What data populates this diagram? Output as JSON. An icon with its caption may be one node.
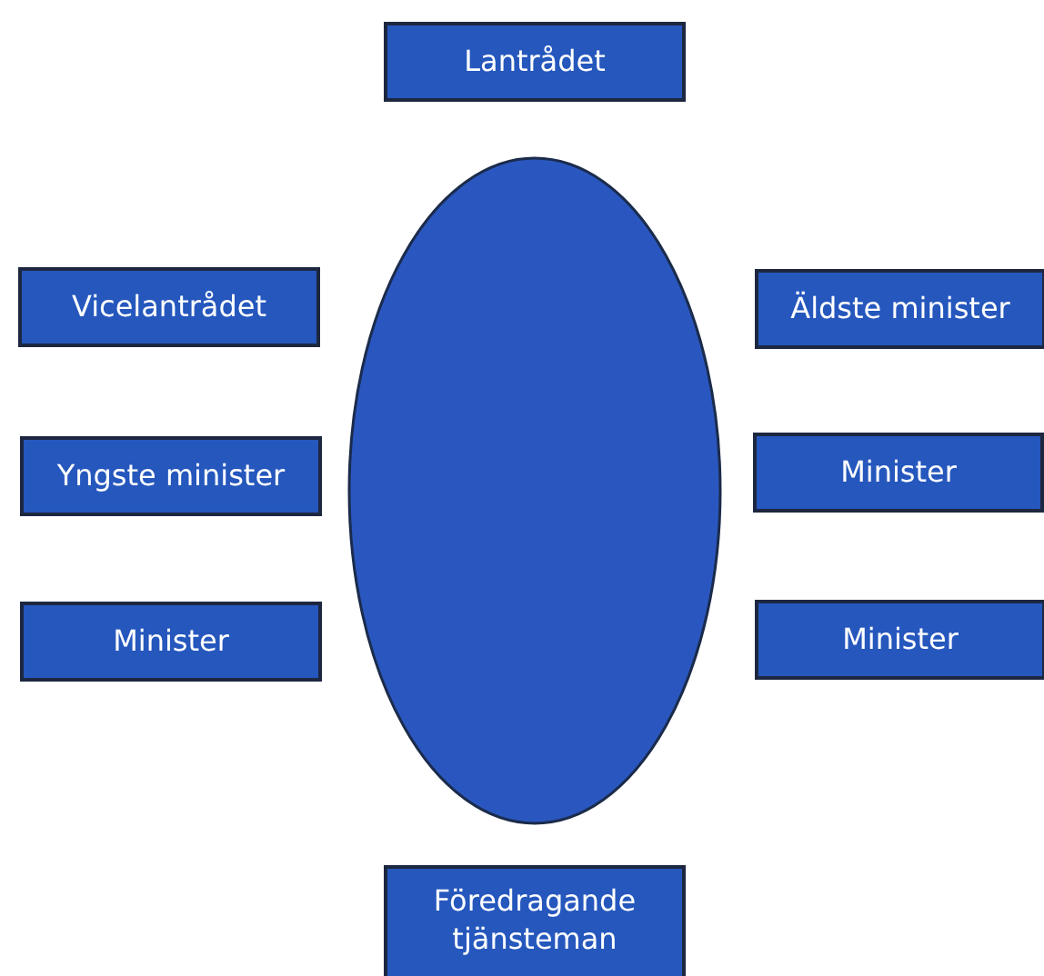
{
  "diagram": {
    "nodes": [
      {
        "text": [
          "Lantrådet"
        ]
      },
      {
        "text": [
          "Vicelantrådet"
        ]
      },
      {
        "text": [
          "Äldste minister"
        ]
      },
      {
        "text": [
          "Yngste minister"
        ]
      },
      {
        "text": [
          "Minister"
        ]
      },
      {
        "text": [
          "Minister"
        ]
      },
      {
        "text": [
          "Minister"
        ]
      },
      {
        "text": [
          "Föredragande tjänsteman"
        ]
      }
    ],
    "edges": []
  }
}
